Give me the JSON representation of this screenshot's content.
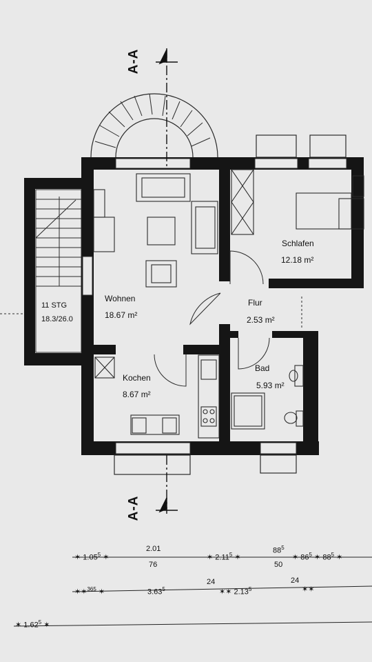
{
  "section_marker": "A-A",
  "rooms": [
    {
      "name": "Wohnen",
      "area": "18.67 m²"
    },
    {
      "name": "Schlafen",
      "area": "12.18 m²"
    },
    {
      "name": "Flur",
      "area": "2.53 m²"
    },
    {
      "name": "Bad",
      "area": "5.93 m²"
    },
    {
      "name": "Kochen",
      "area": "8.67 m²"
    }
  ],
  "stair": {
    "steps": "11 STG",
    "ratio": "18.3/26.0"
  },
  "dimensions": {
    "row1": {
      "a": "1.05",
      "a_sup": "5",
      "b_top": "2.01",
      "b_bottom": "76",
      "c": "2.11",
      "c_sup": "5",
      "d_top": "88",
      "d_top_sup": "5",
      "d_bottom": "50",
      "e": "86",
      "e_sup": "5",
      "f": "88",
      "f_sup": "5"
    },
    "row2": {
      "a_sup": "36",
      "a_sup2": "5",
      "b": "3.63",
      "b_sup": "5",
      "c": "24",
      "d": "2.13",
      "d_sup": "5",
      "e": "24"
    },
    "row3": {
      "a": "1.62",
      "a_sup": "5"
    }
  },
  "colors": {
    "wall": "#151515",
    "paper": "#e9e9e9",
    "line": "#2a2a2a"
  }
}
